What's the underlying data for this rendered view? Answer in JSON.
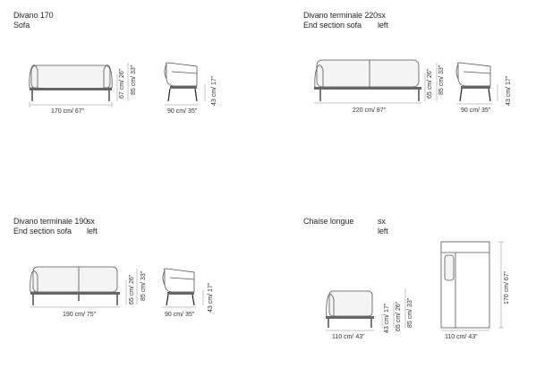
{
  "sections": {
    "sofa170": {
      "name": "Divano 170",
      "type": "Sofa",
      "side_it": "",
      "side_en": "",
      "dims": {
        "width": "170 cm/ 67\"",
        "depth": "90 cm/ 35\"",
        "seat": "43 cm/ 17\"",
        "arm": "67 cm/ 26\"",
        "height": "85 cm/ 33\""
      }
    },
    "end220": {
      "name": "Divano terminale 220",
      "type": "End section sofa",
      "side_it": "sx",
      "side_en": "left",
      "dims": {
        "width": "220 cm/ 87\"",
        "depth": "90 cm/ 35\"",
        "seat": "43 cm/ 17\"",
        "arm": "65 cm/ 26\"",
        "height": "85 cm/ 33\""
      }
    },
    "end190": {
      "name": "Divano terminale 190",
      "type": "End section sofa",
      "side_it": "sx",
      "side_en": "left",
      "dims": {
        "width": "190 cm/ 75\"",
        "depth": "90 cm/ 35\"",
        "seat": "43 cm/ 17\"",
        "arm": "65 cm/ 26\"",
        "height": "85 cm/ 33\""
      }
    },
    "chaise": {
      "name": "Chaise longue",
      "type": "",
      "side_it": "sx",
      "side_en": "left",
      "dims": {
        "width": "110 cm/ 43\"",
        "plan_width": "110 cm/ 43\"",
        "length": "170 cm/ 67\"",
        "seat": "43 cm/ 17\"",
        "arm": "65 cm/ 26\"",
        "height": "85 cm/ 33\""
      }
    }
  }
}
